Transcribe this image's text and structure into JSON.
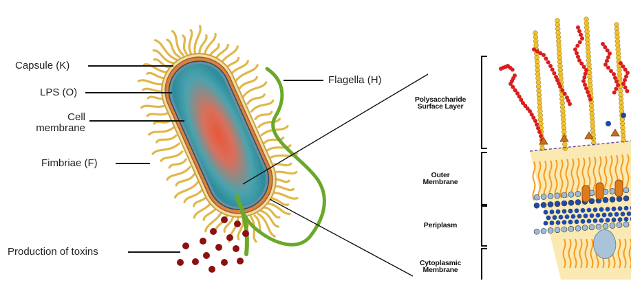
{
  "bacterium": {
    "labels": {
      "capsule": "Capsule (K)",
      "lps": "LPS (O)",
      "cell_membrane": [
        "Cell",
        "membrane"
      ],
      "fimbriae": "Fimbriae (F)",
      "flagella": "Flagella (H)",
      "toxins": "Production of toxins"
    }
  },
  "cell_wall": {
    "polysaccharide": [
      "Polysaccharide",
      "Surface Layer"
    ],
    "outer_membrane": [
      "Outer",
      "Membrane"
    ],
    "periplasm": "Periplasm",
    "cytoplasmic": [
      "Cytoplasmic",
      "Membrane"
    ]
  },
  "colors": {
    "fimbriae": "#e0b84a",
    "cytoplasm_edge": "#2f8e9e",
    "cytoplasm_center": "#e8573a",
    "flagellum": "#6aa82a",
    "toxin": "#8b1010",
    "polysaccharide_red": "#d81e1e",
    "core_yellow": "#f1c232",
    "phospholipid_blue": "#1f4aa8",
    "lipid_tail": "#f59a1b",
    "membrane_fill": "#fbe9b3"
  }
}
